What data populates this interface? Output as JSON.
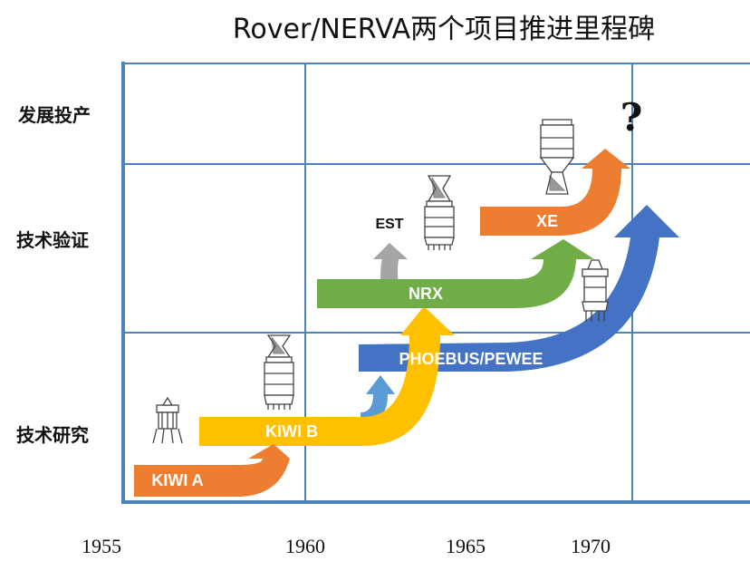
{
  "title": "Rover/NERVA两个项目推进里程碑",
  "y_levels": [
    "发展投产",
    "技术验证",
    "技术研究"
  ],
  "x_years": [
    "1955",
    "1960",
    "1965",
    "1970"
  ],
  "programs": {
    "kiwi_a": "KIWI A",
    "kiwi_b": "KIWI B",
    "phoebus": "PHOEBUS/PEWEE",
    "nrx": "NRX",
    "est": "EST",
    "xe": "XE"
  },
  "unknown_mark": "?",
  "colors": {
    "grid": "#4f81bd",
    "kiwi_a": "#ed7d31",
    "kiwi_b": "#ffc000",
    "phoebus": "#4472c4",
    "phoebus_small": "#5b9bd5",
    "nrx": "#70ad47",
    "est": "#a5a5a5",
    "xe": "#ed7d31"
  }
}
